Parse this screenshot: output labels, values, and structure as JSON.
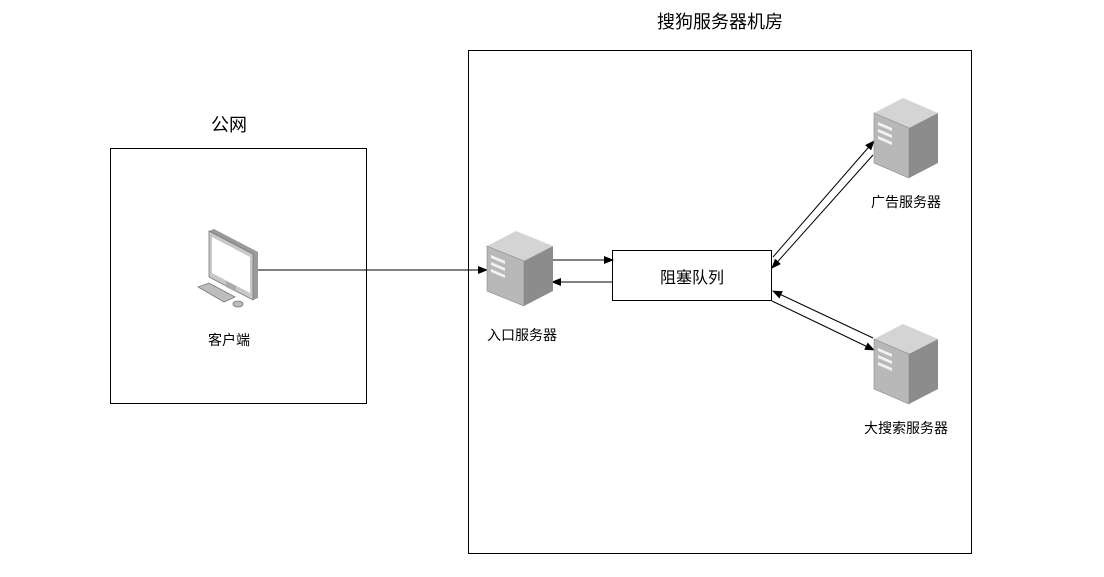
{
  "zones": {
    "public": {
      "title": "公网"
    },
    "datacenter": {
      "title": "搜狗服务器机房"
    }
  },
  "nodes": {
    "client": {
      "label": "客户端",
      "icon": "desktop-computer-icon"
    },
    "entry_server": {
      "label": "入口服务器",
      "icon": "server-tower-icon"
    },
    "queue": {
      "label": "阻塞队列"
    },
    "ad_server": {
      "label": "广告服务器",
      "icon": "server-tower-icon"
    },
    "search_server": {
      "label": "大搜索服务器",
      "icon": "server-tower-icon"
    }
  },
  "edges": [
    {
      "from": "client",
      "to": "entry_server"
    },
    {
      "from": "entry_server",
      "to": "queue"
    },
    {
      "from": "queue",
      "to": "entry_server"
    },
    {
      "from": "queue",
      "to": "ad_server"
    },
    {
      "from": "ad_server",
      "to": "queue"
    },
    {
      "from": "queue",
      "to": "search_server"
    },
    {
      "from": "search_server",
      "to": "queue"
    }
  ],
  "colors": {
    "server_front": "#b8b8b8",
    "server_side": "#8c8c8c",
    "server_top": "#d4d4d4",
    "line": "#000000"
  }
}
